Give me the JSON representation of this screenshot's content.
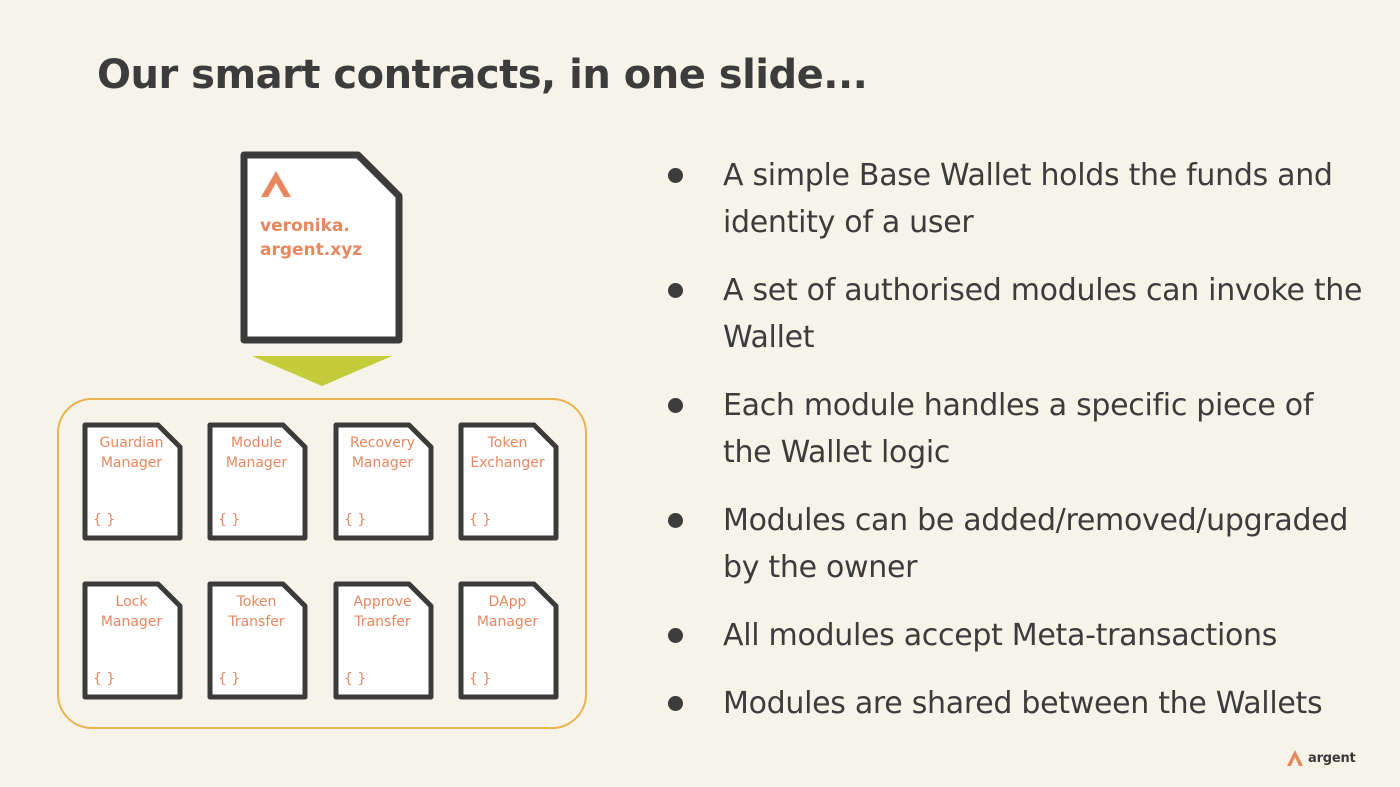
{
  "slide": {
    "title": "Our smart contracts, in one slide...",
    "accent_color": "#e8875f",
    "arrow_color": "#c4cc3c",
    "container_border_color": "#edb14e"
  },
  "wallet": {
    "logo_icon": "argent-logo-icon",
    "address_line1": "veronika.",
    "address_line2": "argent.xyz"
  },
  "modules": [
    {
      "line1": "Guardian",
      "line2": "Manager",
      "code_icon": "{ }"
    },
    {
      "line1": "Module",
      "line2": "Manager",
      "code_icon": "{ }"
    },
    {
      "line1": "Recovery",
      "line2": "Manager",
      "code_icon": "{ }"
    },
    {
      "line1": "Token",
      "line2": "Exchanger",
      "code_icon": "{ }"
    },
    {
      "line1": "Lock",
      "line2": "Manager",
      "code_icon": "{ }"
    },
    {
      "line1": "Token",
      "line2": "Transfer",
      "code_icon": "{ }"
    },
    {
      "line1": "Approve",
      "line2": "Transfer",
      "code_icon": "{ }"
    },
    {
      "line1": "DApp",
      "line2": "Manager",
      "code_icon": "{ }"
    }
  ],
  "bullets": [
    "A simple Base Wallet holds the funds and identity of a user",
    "A set of authorised modules can invoke the Wallet",
    "Each module handles a specific piece of the Wallet logic",
    "Modules can be added/removed/upgraded by the owner",
    "All modules accept Meta-transactions",
    "Modules are shared between the Wallets"
  ],
  "footer": {
    "logo_icon": "argent-logo-icon",
    "brand": "argent"
  }
}
